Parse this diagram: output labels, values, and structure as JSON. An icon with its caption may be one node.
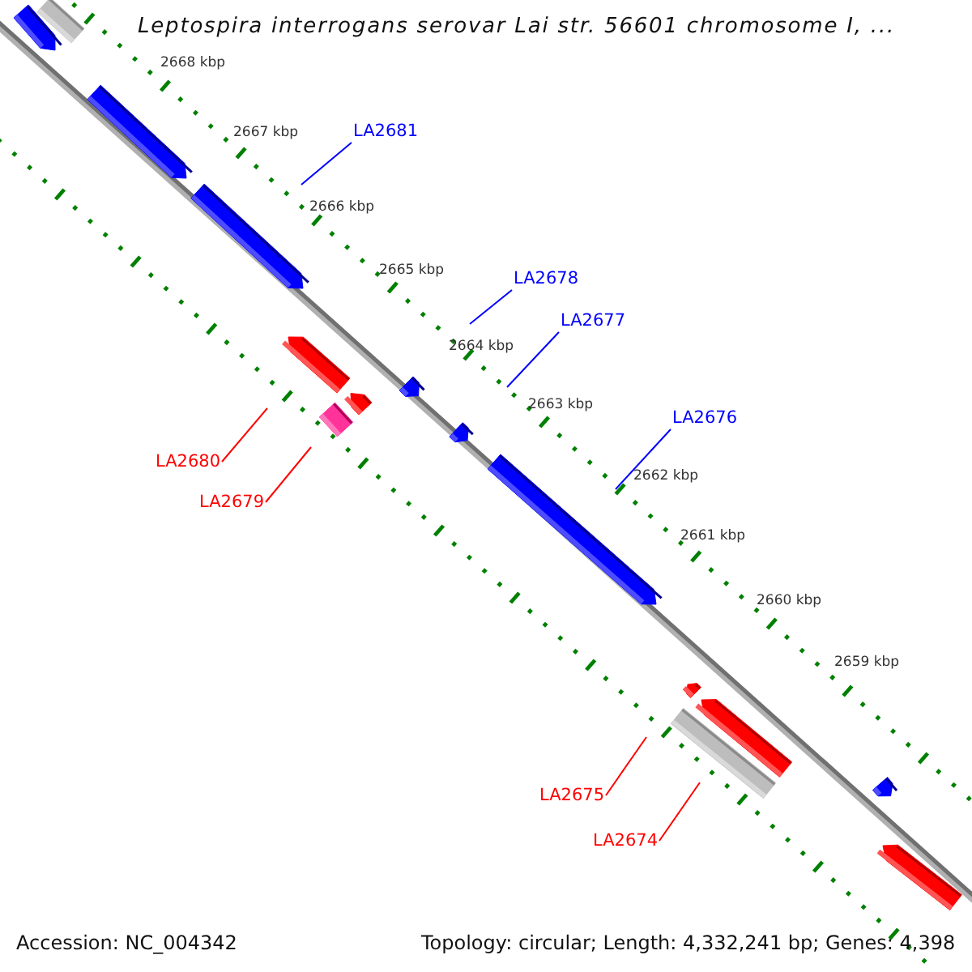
{
  "diagram": {
    "title": "Leptospira interrogans serovar Lai str. 56601 chromosome I, ...",
    "nodes": [
      {
        "text": [
          "LA2681"
        ]
      },
      {
        "text": [
          "LA2678"
        ]
      },
      {
        "text": [
          "LA2677"
        ]
      },
      {
        "text": [
          "LA2676"
        ]
      },
      {
        "text": [
          "LA2680"
        ]
      },
      {
        "text": [
          "LA2679"
        ]
      },
      {
        "text": [
          "LA2675"
        ]
      },
      {
        "text": [
          "LA2674"
        ]
      }
    ],
    "edges": [
      {
        "from": 0,
        "to": null,
        "arrow": "none",
        "color": "#0000ff"
      },
      {
        "from": 1,
        "to": null,
        "arrow": "none",
        "color": "#0000ff"
      },
      {
        "from": 2,
        "to": null,
        "arrow": "none",
        "color": "#0000ff"
      },
      {
        "from": 3,
        "to": null,
        "arrow": "none",
        "color": "#0000ff"
      },
      {
        "from": 4,
        "to": null,
        "arrow": "none",
        "color": "#ff0000"
      },
      {
        "from": 5,
        "to": null,
        "arrow": "none",
        "color": "#ff0000"
      },
      {
        "from": 6,
        "to": null,
        "arrow": "none",
        "color": "#ff0000"
      },
      {
        "from": 7,
        "to": null,
        "arrow": "none",
        "color": "#ff0000"
      }
    ],
    "labels": [
      "2668 kbp",
      "2667 kbp",
      "2666 kbp",
      "2665 kbp",
      "2664 kbp",
      "2663 kbp",
      "2662 kbp",
      "2661 kbp",
      "2660 kbp",
      "2659 kbp",
      "Accession: NC_004342",
      "Topology: circular; Length: 4,332,241 bp; Genes: 4,398"
    ]
  }
}
